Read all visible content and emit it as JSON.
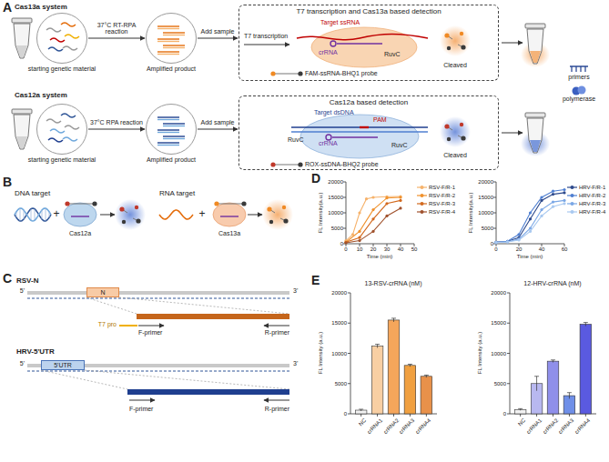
{
  "diagram": {
    "nodes": [
      {
        "text": [
          "starting genetic material"
        ]
      },
      {
        "text": [
          "Amplified product"
        ]
      },
      {
        "text": [
          "T7 transcription and Cas13a based detection"
        ]
      },
      {
        "text": [
          "starting genetic material"
        ]
      },
      {
        "text": [
          "Amplified product"
        ]
      },
      {
        "text": [
          "Cas12a based detection"
        ]
      },
      {
        "text": [
          "N"
        ]
      },
      {
        "text": [
          "5'UTR"
        ]
      }
    ],
    "edges": [
      {
        "from": 0,
        "to": 1,
        "arrow": "to",
        "label": "37°C RT-RPA reaction"
      },
      {
        "from": 1,
        "to": 2,
        "arrow": "to",
        "label": "Add sample"
      },
      {
        "from": 3,
        "to": 4,
        "arrow": "to",
        "label": "37°C RPA reaction"
      },
      {
        "from": 4,
        "to": 5,
        "arrow": "to",
        "label": "Add sample"
      }
    ],
    "labels": [
      "A",
      "Cas13a system",
      "Cas12a system",
      "T7 transcription",
      "Target ssRNA",
      "crRNA",
      "RuvC",
      "FAM-ssRNA-BHQ1 probe",
      "Cleaved",
      "Target dsDNA",
      "PAM",
      "crRNA",
      "RuvC",
      "RuvC",
      "ROX-ssDNA-BHQ2 probe",
      "Cleaved",
      "B",
      "DNA target",
      "+",
      "Cas12a",
      "RNA target",
      "+",
      "Cas13a",
      "C",
      "RSV-N",
      "5'",
      "3'",
      "T7 pro",
      "F-primer",
      "R-primer",
      "HRV-5'UTR",
      "5'",
      "3'",
      "F-primer",
      "R-primer",
      "D",
      "FL Intensity(a.u.)",
      "Time (min)",
      "0",
      "5000",
      "10000",
      "15000",
      "20000",
      "0",
      "10",
      "20",
      "30",
      "40",
      "50",
      "FL Intensity(a.u.)",
      "Time (min)",
      "0",
      "5000",
      "10000",
      "15000",
      "20000",
      "0",
      "20",
      "40",
      "60",
      "E",
      "13-RSV-crRNA (nM)",
      "12-HRV-crRNA (nM)",
      "FL Intensity (a.u.)",
      "FL Intensity (a.u.)",
      "0",
      "5000",
      "10000",
      "15000",
      "20000",
      "NC",
      "crRNA1",
      "crRNA2",
      "crRNA3",
      "crRNA4",
      "0",
      "5000",
      "10000",
      "15000",
      "20000",
      "NC",
      "crRNA1",
      "crRNA2",
      "crRNA3",
      "crRNA4"
    ],
    "legend": [
      {
        "text": "primers"
      },
      {
        "text": "polymerase"
      },
      {
        "text": "RSV-F/R-1",
        "color": "#f6b26b"
      },
      {
        "text": "RSV-F/R-2",
        "color": "#f0912c"
      },
      {
        "text": "RSV-F/R-3",
        "color": "#d2691e"
      },
      {
        "text": "RSV-F/R-4",
        "color": "#a0522d"
      },
      {
        "text": "HRV-F/R-1",
        "color": "#2e4a8c"
      },
      {
        "text": "HRV-F/R-2",
        "color": "#4f7fd1"
      },
      {
        "text": "HRV-F/R-3",
        "color": "#7aa7e6"
      },
      {
        "text": "HRV-F/R-4",
        "color": "#a9c9f0"
      }
    ]
  }
}
